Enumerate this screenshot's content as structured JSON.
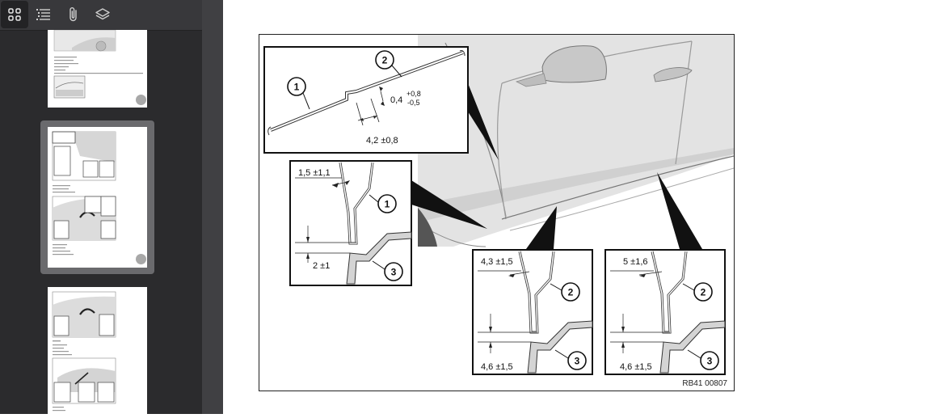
{
  "toolbar": {
    "buttons": [
      {
        "id": "thumbnails",
        "icon": "grid-icon",
        "active": true
      },
      {
        "id": "outline",
        "icon": "list-icon",
        "active": false
      },
      {
        "id": "attachments",
        "icon": "paperclip-icon",
        "active": false
      },
      {
        "id": "layers",
        "icon": "layers-icon",
        "active": false
      }
    ]
  },
  "figure": {
    "reference": "RB41 00807",
    "top_detail": {
      "callouts": [
        "1",
        "2"
      ],
      "dim_height": "0,4",
      "dim_height_tol_plus": "+0,8",
      "dim_height_tol_minus": "-0,5",
      "dim_width": "4,2 ±0,8"
    },
    "detail_a": {
      "gap": "1,5 ±1,1",
      "overlap": "2 ±1",
      "callouts": [
        "1",
        "3"
      ]
    },
    "detail_b": {
      "gap": "4,3 ±1,5",
      "overlap": "4,6 ±1,5",
      "callouts": [
        "2",
        "3"
      ]
    },
    "detail_c": {
      "gap": "5 ±1,6",
      "overlap": "4,6 ±1,5",
      "callouts": [
        "2",
        "3"
      ]
    }
  },
  "colors": {
    "sidebar_bg": "#2b2b2d",
    "toolbar_bg": "#38383b",
    "selected_frame": "#6a6a6d"
  }
}
